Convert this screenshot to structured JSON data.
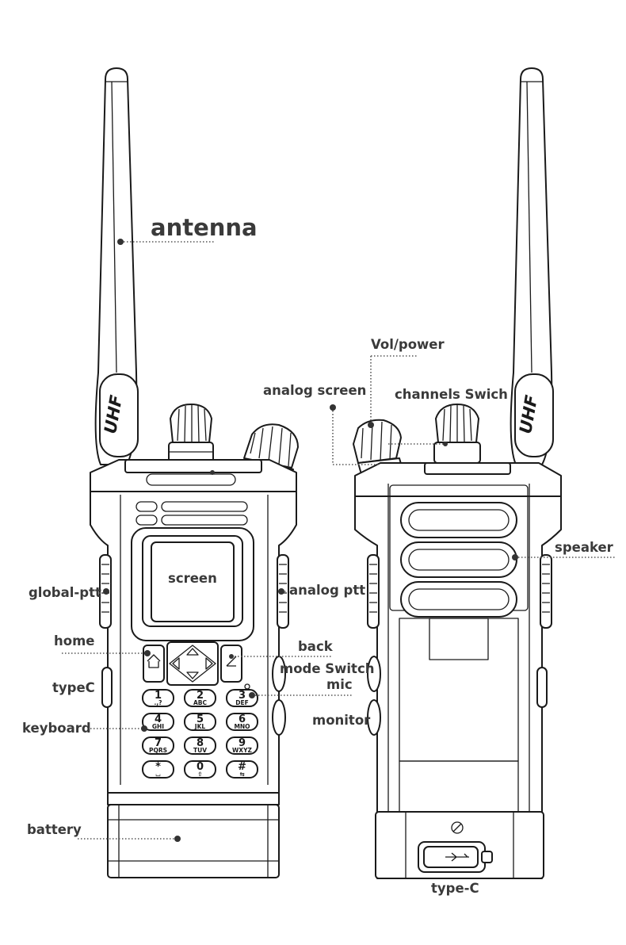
{
  "labels": {
    "antenna": "antenna",
    "vol_power": "Vol/power",
    "analog_screen": "analog screen",
    "channels_switch": "channels Swich",
    "screen": "screen",
    "global_ptt": "global-ptt",
    "analog_ptt": "analog ptt",
    "home": "home",
    "back": "back",
    "mode_switch": "mode Switch",
    "mic": "mic",
    "typec": "typeC",
    "keyboard": "keyboard",
    "monitor": "monitor",
    "battery": "battery",
    "speaker": "speaker",
    "type_c": "type-C"
  },
  "antenna_badge": "UHF",
  "keypad": [
    {
      "main": "1",
      "sub": ".,?"
    },
    {
      "main": "2",
      "sub": "ABC"
    },
    {
      "main": "3",
      "sub": "DEF"
    },
    {
      "main": "4",
      "sub": "GHI"
    },
    {
      "main": "5",
      "sub": "JKL"
    },
    {
      "main": "6",
      "sub": "MNO"
    },
    {
      "main": "7",
      "sub": "PQRS"
    },
    {
      "main": "8",
      "sub": "TUV"
    },
    {
      "main": "9",
      "sub": "WXYZ"
    },
    {
      "main": "*",
      "sub": "⌴"
    },
    {
      "main": "0",
      "sub": "⇧"
    },
    {
      "main": "#",
      "sub": "⇆"
    }
  ]
}
